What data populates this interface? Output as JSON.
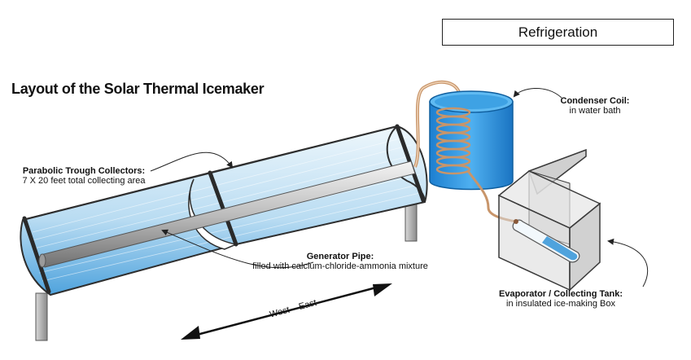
{
  "header": {
    "section_label": "Refrigeration"
  },
  "title": "Layout of the Solar Thermal Icemaker",
  "labels": {
    "collectors": {
      "title": "Parabolic Trough Collectors:",
      "detail": "7 X 20 feet total collecting area"
    },
    "generator": {
      "title": "Generator Pipe:",
      "detail": "filled with calcium-chloride-ammonia mixture"
    },
    "condenser": {
      "title": "Condenser Coil:",
      "detail": "in water bath"
    },
    "evaporator": {
      "title": "Evaporator / Collecting Tank:",
      "detail": "in insulated ice-making Box"
    },
    "direction": "West – East"
  },
  "colors": {
    "trough_blue": "#5aa9e0",
    "trough_light": "#e6f3fb",
    "water_blue": "#2a8ddc",
    "copper": "#c8956a",
    "frame": "#3a3a3a",
    "box_grey": "#c9c9c9"
  }
}
